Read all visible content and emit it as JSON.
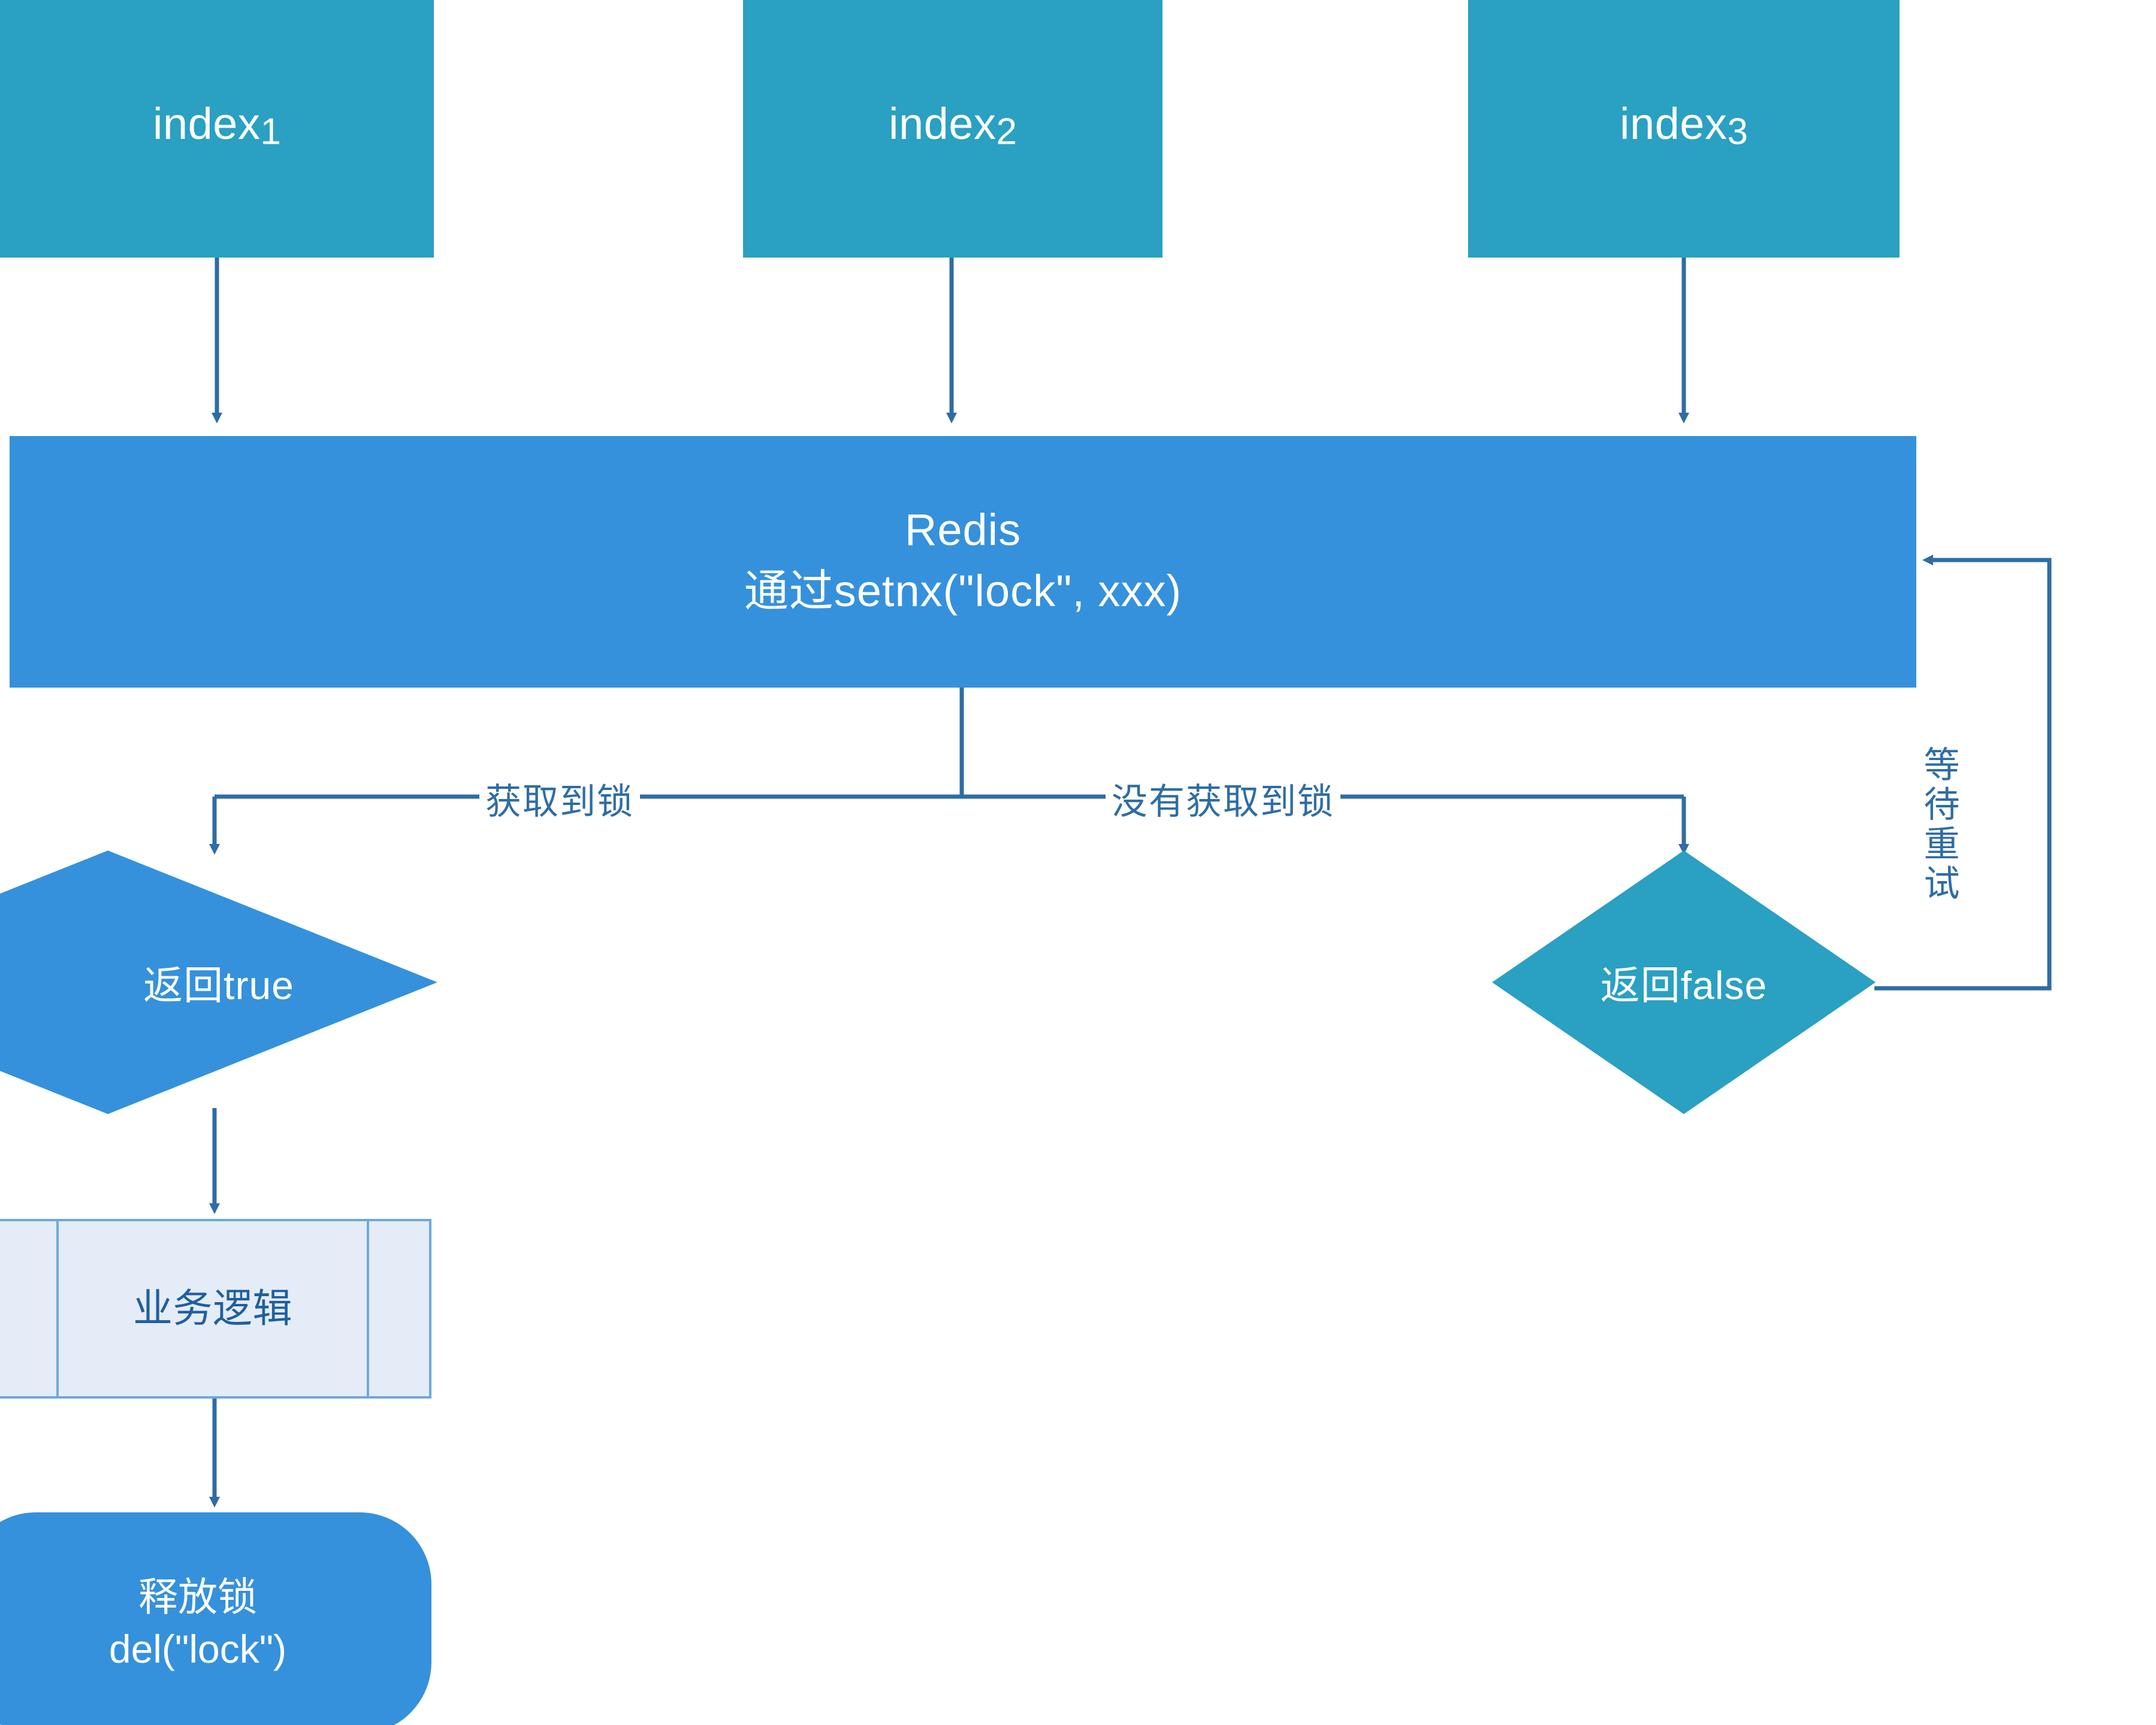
{
  "diagram": {
    "title": "Redis distributed lock flow",
    "colors": {
      "teal": "#2AA0C2",
      "blue": "#3591DC",
      "line": "#2E6DA4",
      "proc_fill": "#E4ECF7",
      "proc_border": "#6FA8DC",
      "proc_text": "#1F5F9E",
      "node_text": "#FFFFFF",
      "background": "#FFFFFF"
    },
    "nodes": {
      "index1": {
        "name": "index",
        "sub": "1"
      },
      "index2": {
        "name": "index",
        "sub": "2"
      },
      "index3": {
        "name": "index",
        "sub": "3"
      },
      "redis": {
        "line1": "Redis",
        "line2": "通过setnx(\"lock\", xxx)"
      },
      "return_true": {
        "label": "返回true"
      },
      "return_false": {
        "label": "返回false"
      },
      "business_logic": {
        "label": "业务逻辑"
      },
      "release_lock": {
        "line1": "释放锁",
        "line2": "del(\"lock\")"
      }
    },
    "edge_labels": {
      "got_lock": "获取到锁",
      "no_lock": "没有获取到锁",
      "wait_retry": "等待重试"
    }
  }
}
